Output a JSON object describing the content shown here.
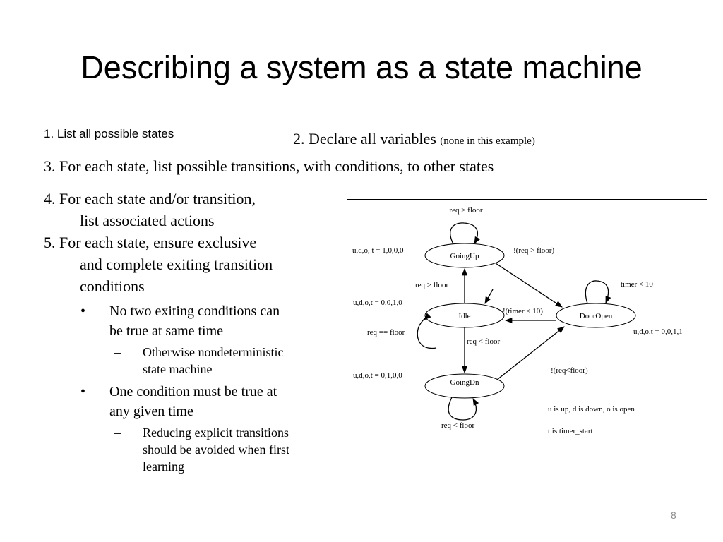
{
  "slide": {
    "title": "Describing a system as a state machine",
    "step1": "1. List all possible states",
    "step2": "2. Declare all variables",
    "step2_note": "(none in this example)",
    "step3": "3. For each state, list possible transitions, with conditions, to other states",
    "step4_line1": "4. For each state and/or transition,",
    "step4_line2": "list associated actions",
    "step5_line1": "5. For each state, ensure exclusive",
    "step5_line2": "and complete exiting transition",
    "step5_line3": "conditions",
    "sub1": {
      "marker": "•",
      "line1": "No two exiting conditions can",
      "line2": "be true at same time",
      "detail_marker": "–",
      "detail_line1": "Otherwise nondeterministic",
      "detail_line2": "state machine"
    },
    "sub2": {
      "marker": "•",
      "line1": "One condition must be true at",
      "line2": "any given time",
      "detail_marker": "–",
      "detail_line1": "Reducing explicit transitions",
      "detail_line2": "should be avoided when first",
      "detail_line3": "learning"
    },
    "page_number": "8"
  },
  "diagram": {
    "states": {
      "going_up": "GoingUp",
      "idle": "Idle",
      "door_open": "DoorOpen",
      "going_dn": "GoingDn"
    },
    "labels": {
      "going_up_self": "req > floor",
      "going_up_action": "u,d,o, t = 1,0,0,0",
      "going_up_to_door": "!(req > floor)",
      "idle_to_up": "req > floor",
      "idle_action": "u,d,o,t = 0,0,1,0",
      "idle_self": "req == floor",
      "idle_to_dn": "req < floor",
      "door_to_idle": "!(timer < 10)",
      "door_self": "timer < 10",
      "door_action": "u,d,o,t = 0,0,1,1",
      "dn_to_door": "!(req<floor)",
      "dn_action": "u,d,o,t = 0,1,0,0",
      "dn_self": "req < floor"
    },
    "legend": {
      "line1": "u is up, d is down, o is open",
      "line2": "t is timer_start"
    }
  }
}
